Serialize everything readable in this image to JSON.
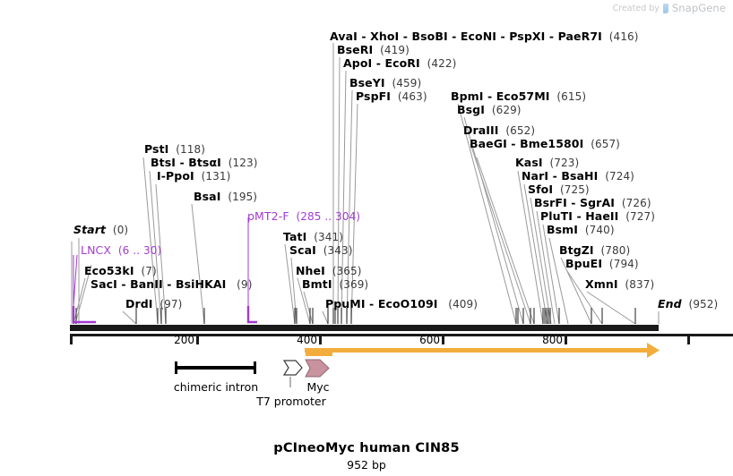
{
  "watermark": {
    "prefix": "Created by",
    "brand": "SnapGene",
    "flag_icon": "snapgene-flag-icon"
  },
  "plasmid": {
    "name": "pCIneoMyc human CIN85",
    "size": "952 bp",
    "length_bp": 952
  },
  "termini": [
    {
      "name": "Start",
      "position": "(0)"
    },
    {
      "name": "End",
      "position": "(952)"
    }
  ],
  "ruler": {
    "ticks": [
      "200",
      "400",
      "600",
      "800"
    ],
    "tick_values": [
      200,
      400,
      600,
      800
    ],
    "range": [
      0,
      952
    ]
  },
  "enzymes": [
    {
      "names": [
        "AvaI",
        "XhoI",
        "BsoBI",
        "EcoNI",
        "PspXI",
        "PaeR7I"
      ],
      "position": "(416)",
      "site": 416
    },
    {
      "names": [
        "BseRI"
      ],
      "position": "(419)",
      "site": 419
    },
    {
      "names": [
        "ApoI",
        "EcoRI"
      ],
      "position": "(422)",
      "site": 422
    },
    {
      "names": [
        "BseYI"
      ],
      "position": "(459)",
      "site": 459
    },
    {
      "names": [
        "PspFI"
      ],
      "position": "(463)",
      "site": 463
    },
    {
      "names": [
        "BpmI",
        "Eco57MI"
      ],
      "position": "(615)",
      "site": 615
    },
    {
      "names": [
        "BsgI"
      ],
      "position": "(629)",
      "site": 629
    },
    {
      "names": [
        "DraIII"
      ],
      "position": "(652)",
      "site": 652
    },
    {
      "names": [
        "BaeGI",
        "Bme1580I"
      ],
      "position": "(657)",
      "site": 657
    },
    {
      "names": [
        "PstI"
      ],
      "position": "(118)",
      "site": 118
    },
    {
      "names": [
        "BtsI",
        "BtsαI"
      ],
      "position": "(123)",
      "site": 123
    },
    {
      "names": [
        "I-PpoI"
      ],
      "position": "(131)",
      "site": 131
    },
    {
      "names": [
        "BsaI"
      ],
      "position": "(195)",
      "site": 195
    },
    {
      "names": [
        "KasI"
      ],
      "position": "(723)",
      "site": 723
    },
    {
      "names": [
        "NarI",
        "BsaHI"
      ],
      "position": "(724)",
      "site": 724
    },
    {
      "names": [
        "SfoI"
      ],
      "position": "(725)",
      "site": 725
    },
    {
      "names": [
        "BsrFI",
        "SgrAI"
      ],
      "position": "(726)",
      "site": 726
    },
    {
      "names": [
        "PluTI",
        "HaeII"
      ],
      "position": "(727)",
      "site": 727
    },
    {
      "names": [
        "BsmI"
      ],
      "position": "(740)",
      "site": 740
    },
    {
      "names": [
        "TatI"
      ],
      "position": "(341)",
      "site": 341
    },
    {
      "names": [
        "ScaI"
      ],
      "position": "(343)",
      "site": 343
    },
    {
      "names": [
        "NheI"
      ],
      "position": "(365)",
      "site": 365
    },
    {
      "names": [
        "BmtI"
      ],
      "position": "(369)",
      "site": 369
    },
    {
      "names": [
        "BtgZI"
      ],
      "position": "(780)",
      "site": 780
    },
    {
      "names": [
        "BpuEI"
      ],
      "position": "(794)",
      "site": 794
    },
    {
      "names": [
        "XmnI"
      ],
      "position": "(837)",
      "site": 837
    },
    {
      "names": [
        "Eco53kI"
      ],
      "position": "(7)",
      "site": 7
    },
    {
      "names": [
        "SacI",
        "BanII",
        "BsiHKAI"
      ],
      "position": "(9)",
      "site": 9
    },
    {
      "names": [
        "DrdI"
      ],
      "position": "(97)",
      "site": 97
    },
    {
      "names": [
        "PpuMI",
        "EcoO109I"
      ],
      "position": "(409)",
      "site": 409
    }
  ],
  "primers": [
    {
      "name": "LNCX",
      "position": "(6 .. 30)",
      "start": 6,
      "end": 30,
      "color": "#a23bd4"
    },
    {
      "name": "pMT2-F",
      "position": "(285 .. 304)",
      "start": 285,
      "end": 304,
      "color": "#a23bd4"
    }
  ],
  "features": [
    {
      "name": "chimeric intron",
      "type": "bar",
      "color": "#000000"
    },
    {
      "name": "T7 promoter",
      "type": "arrow-open",
      "color": "#ffffff"
    },
    {
      "name": "Myc",
      "type": "arrow-filled",
      "color": "#c9929f"
    },
    {
      "name": "",
      "type": "arrow-orange",
      "color": "#f2ad3c"
    }
  ],
  "colors": {
    "backbone": "#1a1a1a",
    "primer": "#a23bd4",
    "orange_arrow": "#f2ad3c",
    "myc_fill": "#c9929f",
    "position_text": "#3a3a3a",
    "leader_line": "#9a9a9a"
  }
}
